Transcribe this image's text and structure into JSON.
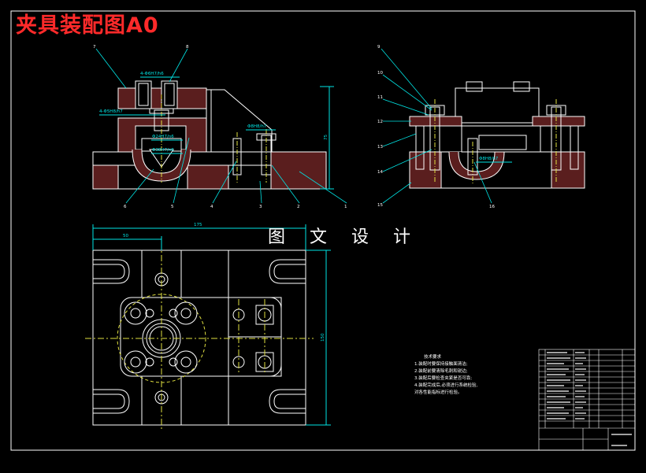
{
  "title": "夹具装配图A0",
  "watermark": "图 文 设 计",
  "colors": {
    "background": "#000000",
    "outline": "#ffffff",
    "title": "#ff2a2a",
    "leader": "#00e5e5",
    "dimension": "#00e5e5",
    "hatch": "#c04040",
    "centerline": "#e0e040",
    "part_fill": "#7a2a2a"
  },
  "dimensions": {
    "fit_top": "4-Φ6H7/h6",
    "fit_left": "4-Φ5H8/h7",
    "fit_mid1": "Φ24H7/n6",
    "fit_mid2": "Φ38H7/n6",
    "fit_right": "Φ8H8/h7",
    "height_front": "75",
    "fit_side": "Φ8H8/h7",
    "overall_width": "175",
    "offset": "50",
    "overall_height": "150"
  },
  "balloons_front_top": [
    "7",
    "8"
  ],
  "balloons_front_bottom": [
    "6",
    "5",
    "4",
    "3",
    "2",
    "1"
  ],
  "balloons_side_left": [
    "9",
    "10",
    "11",
    "12",
    "13",
    "14",
    "15"
  ],
  "balloons_side_bottom": [
    "16"
  ],
  "tech_notes": {
    "heading": "技术要求",
    "items": [
      "1.装配时要保持接触面清洁;",
      "2.装配前要清除毛刺和锐边;",
      "3.装配后要检查夹紧是否可靠;",
      "4.装配完成后,必须进行系统检验,",
      "对各性能指标进行检验。"
    ]
  }
}
